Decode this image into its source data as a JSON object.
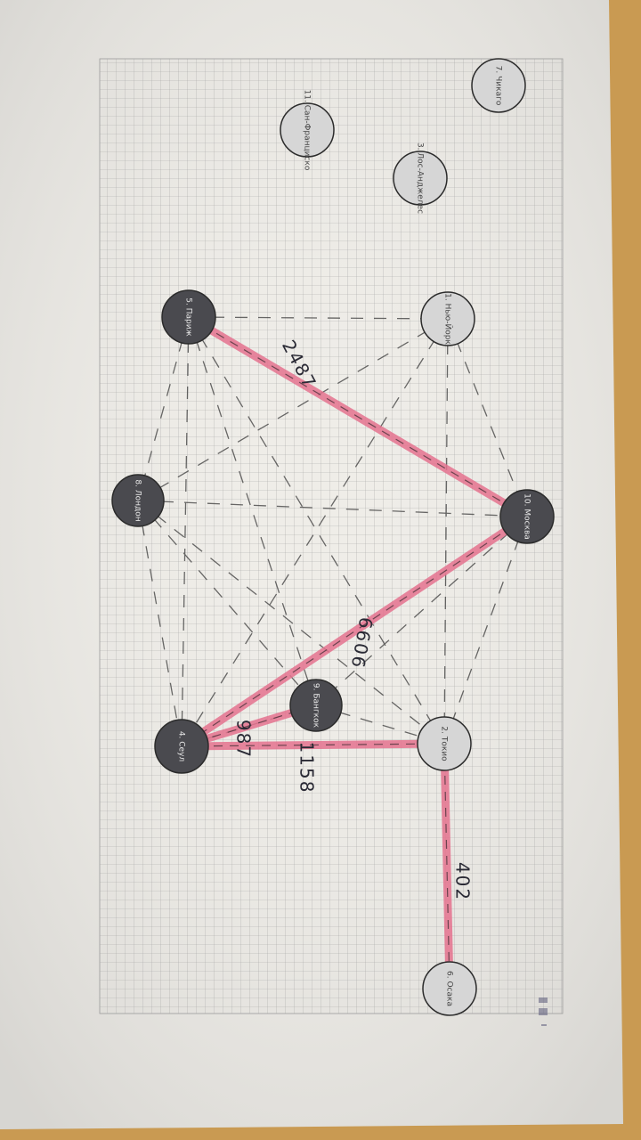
{
  "nodes": [
    {
      "id": "chicago",
      "label": "7. Чикаго",
      "tone": "light"
    },
    {
      "id": "la",
      "label": "3. Лос-Анджелес",
      "tone": "light"
    },
    {
      "id": "sf",
      "label": "11. Сан-Франциско",
      "tone": "light"
    },
    {
      "id": "ny",
      "label": "1. Нью-Йорк",
      "tone": "light"
    },
    {
      "id": "paris",
      "label": "5. Париж",
      "tone": "dark"
    },
    {
      "id": "london",
      "label": "8. Лондон",
      "tone": "dark"
    },
    {
      "id": "moscow",
      "label": "10. Москва",
      "tone": "dark"
    },
    {
      "id": "bangkok",
      "label": "9. Бангкок",
      "tone": "dark"
    },
    {
      "id": "seoul",
      "label": "4. Сеул",
      "tone": "dark"
    },
    {
      "id": "tokyo",
      "label": "2. Токио",
      "tone": "light"
    },
    {
      "id": "osaka",
      "label": "6. Осака",
      "tone": "light"
    }
  ],
  "highlighted_edges": [
    {
      "from": "paris",
      "to": "moscow",
      "weight": "2487"
    },
    {
      "from": "moscow",
      "to": "seoul",
      "weight": "6606"
    },
    {
      "from": "seoul",
      "to": "bangkok",
      "weight": "987"
    },
    {
      "from": "seoul",
      "to": "tokyo",
      "weight": "1158"
    },
    {
      "from": "tokyo",
      "to": "osaka",
      "weight": "402"
    }
  ],
  "colors": {
    "paper": "#f1efea",
    "grid": "#8d8d8d",
    "highlight": "#e5738f",
    "node_dark": "#4a4a4f",
    "node_light": "#d6d6d6"
  }
}
